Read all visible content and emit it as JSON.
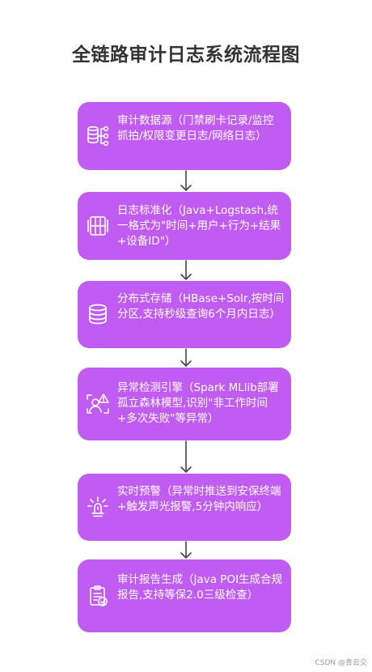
{
  "title": "全链路审计日志系统流程图",
  "steps": [
    {
      "icon": "data-source-icon",
      "text": "审计数据源（门禁刷卡记录/监控抓拍/权限变更日志/网络日志）"
    },
    {
      "icon": "standardize-icon",
      "text": "日志标准化（Java+Logstash,统一格式为\"时间+用户+行为+结果+设备ID\"）"
    },
    {
      "icon": "database-icon",
      "text": "分布式存储（HBase+Solr,按时间分区,支持秒级查询6个月内日志）"
    },
    {
      "icon": "anomaly-detection-icon",
      "text": "异常检测引擎（Spark MLlib部署孤立森林模型,识别\"非工作时间+多次失败\"等异常）"
    },
    {
      "icon": "alert-icon",
      "text": "实时预警（异常时推送到安保终端+触发声光报警,5分钟内响应）"
    },
    {
      "icon": "report-icon",
      "text": "审计报告生成（Java POI生成合规报告,支持等保2.0三级检查）"
    }
  ],
  "watermark": "CSDN @青云交",
  "colors": {
    "node_fill": "#c15cf2",
    "node_text": "#ffffff",
    "title": "#333333",
    "arrow": "#444444"
  }
}
